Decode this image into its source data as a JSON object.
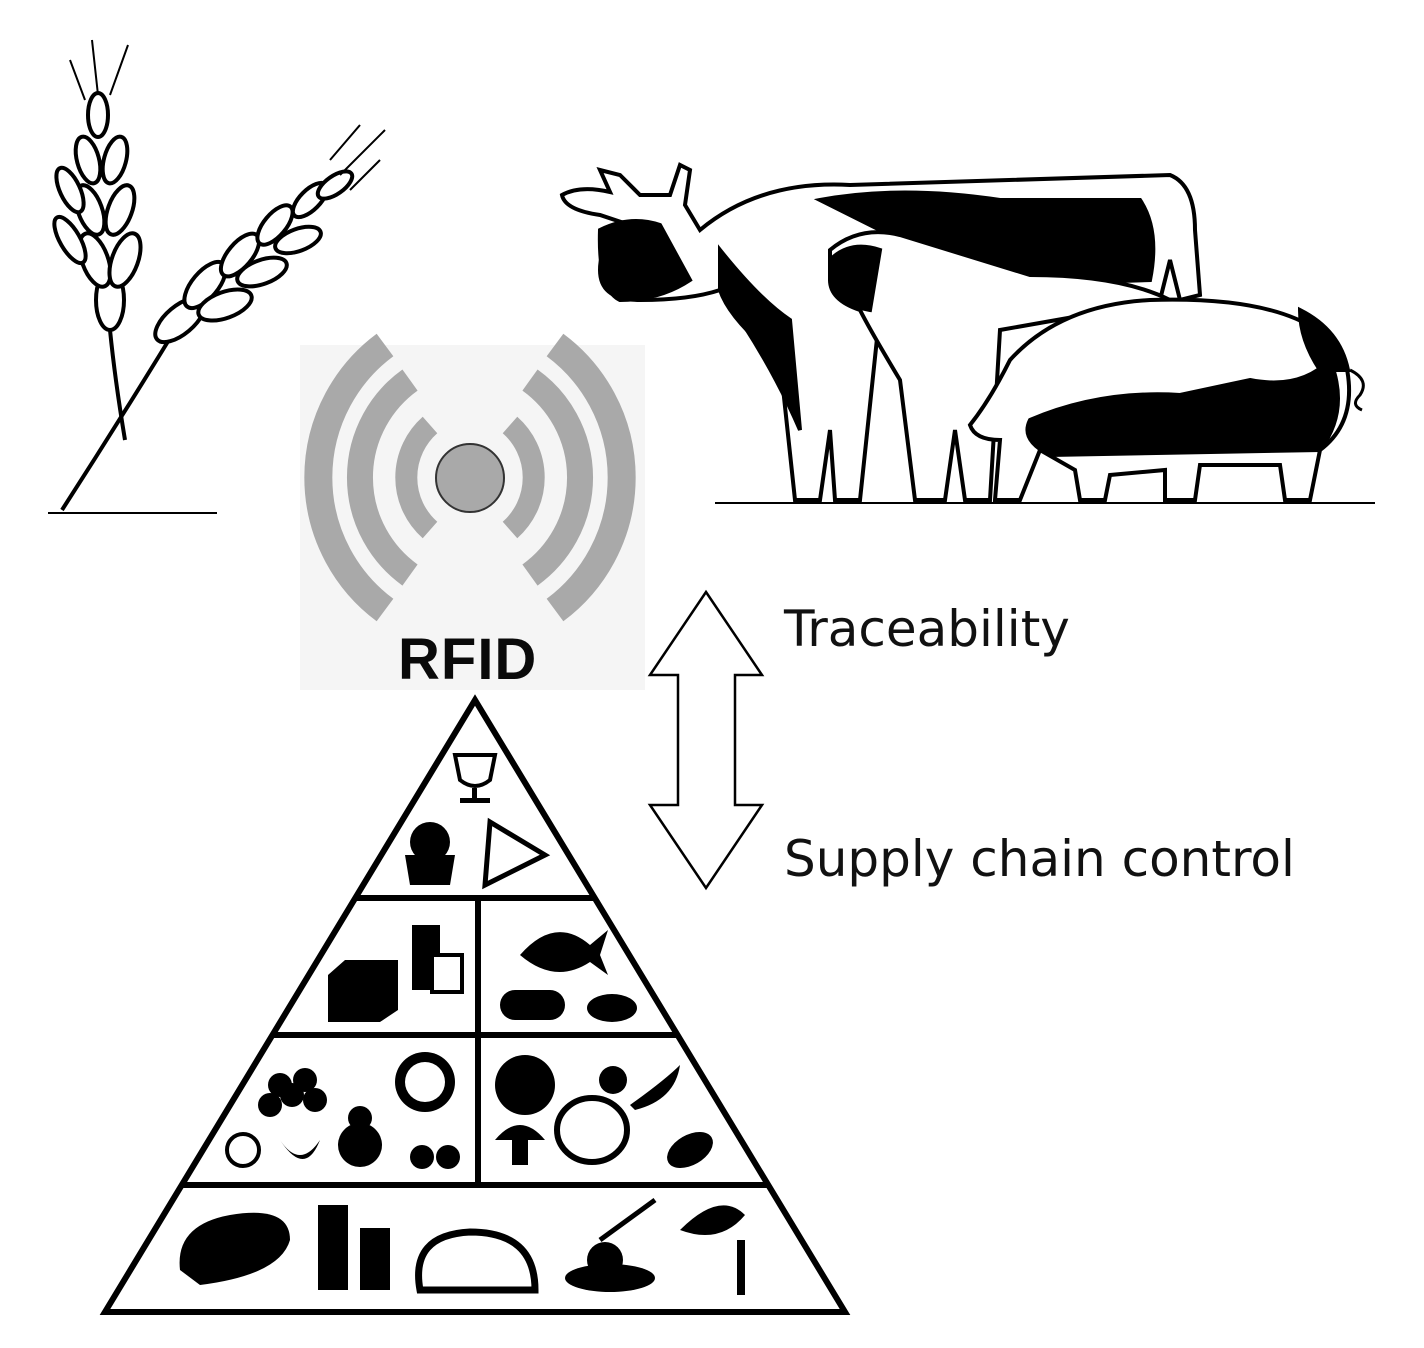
{
  "rfid": {
    "label": "RFID"
  },
  "labels": {
    "traceability": "Traceability",
    "supply_chain": "Supply chain control"
  },
  "colors": {
    "ink": "#000000",
    "rfid_waves": "#a9a9a9",
    "rfid_bg": "#f5f5f5"
  }
}
